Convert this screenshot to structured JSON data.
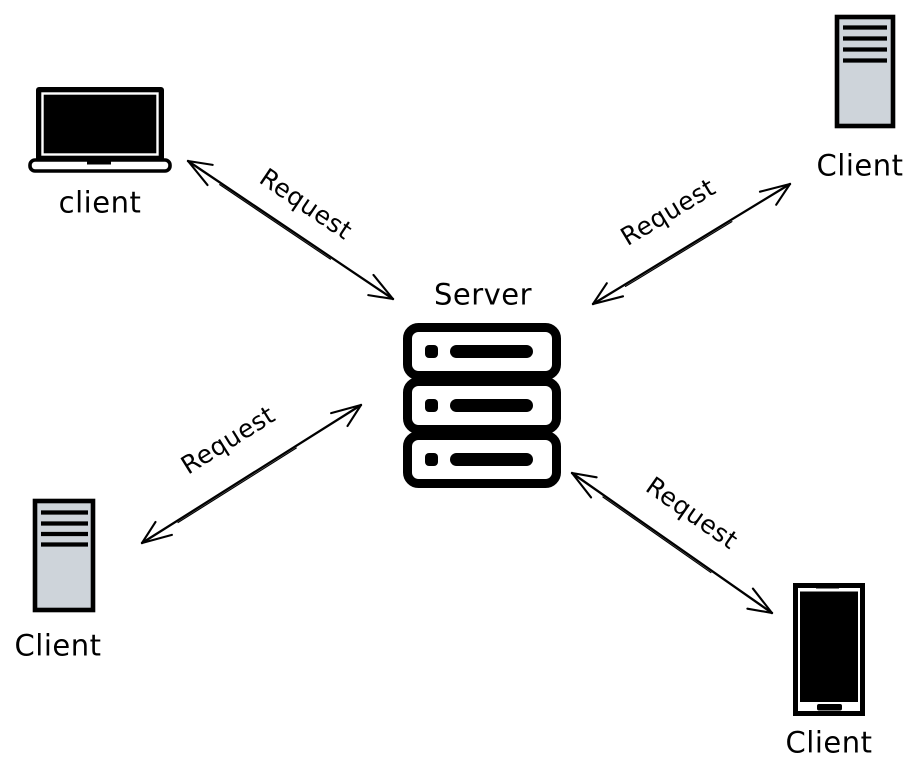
{
  "diagram": {
    "type": "client-server-network",
    "nodes": [
      {
        "id": "client-laptop",
        "device": "laptop",
        "label": "client",
        "position": "top-left"
      },
      {
        "id": "client-tower-top",
        "device": "desktop-tower",
        "label": "Client",
        "position": "top-right"
      },
      {
        "id": "server",
        "device": "server-rack",
        "label": "Server",
        "position": "center"
      },
      {
        "id": "client-tower-bottom",
        "device": "desktop-tower",
        "label": "Client",
        "position": "bottom-left"
      },
      {
        "id": "client-phone",
        "device": "smartphone",
        "label": "Client",
        "position": "bottom-right"
      }
    ],
    "edges": [
      {
        "from": "client-laptop",
        "to": "server",
        "label": "Request",
        "direction": "bidirectional"
      },
      {
        "from": "client-tower-top",
        "to": "server",
        "label": "Request",
        "direction": "bidirectional"
      },
      {
        "from": "client-tower-bottom",
        "to": "server",
        "label": "Request",
        "direction": "bidirectional"
      },
      {
        "from": "client-phone",
        "to": "server",
        "label": "Request",
        "direction": "bidirectional"
      }
    ],
    "colors": {
      "stroke": "#000000",
      "device_fill": "#ced4da",
      "background": "#ffffff"
    }
  }
}
